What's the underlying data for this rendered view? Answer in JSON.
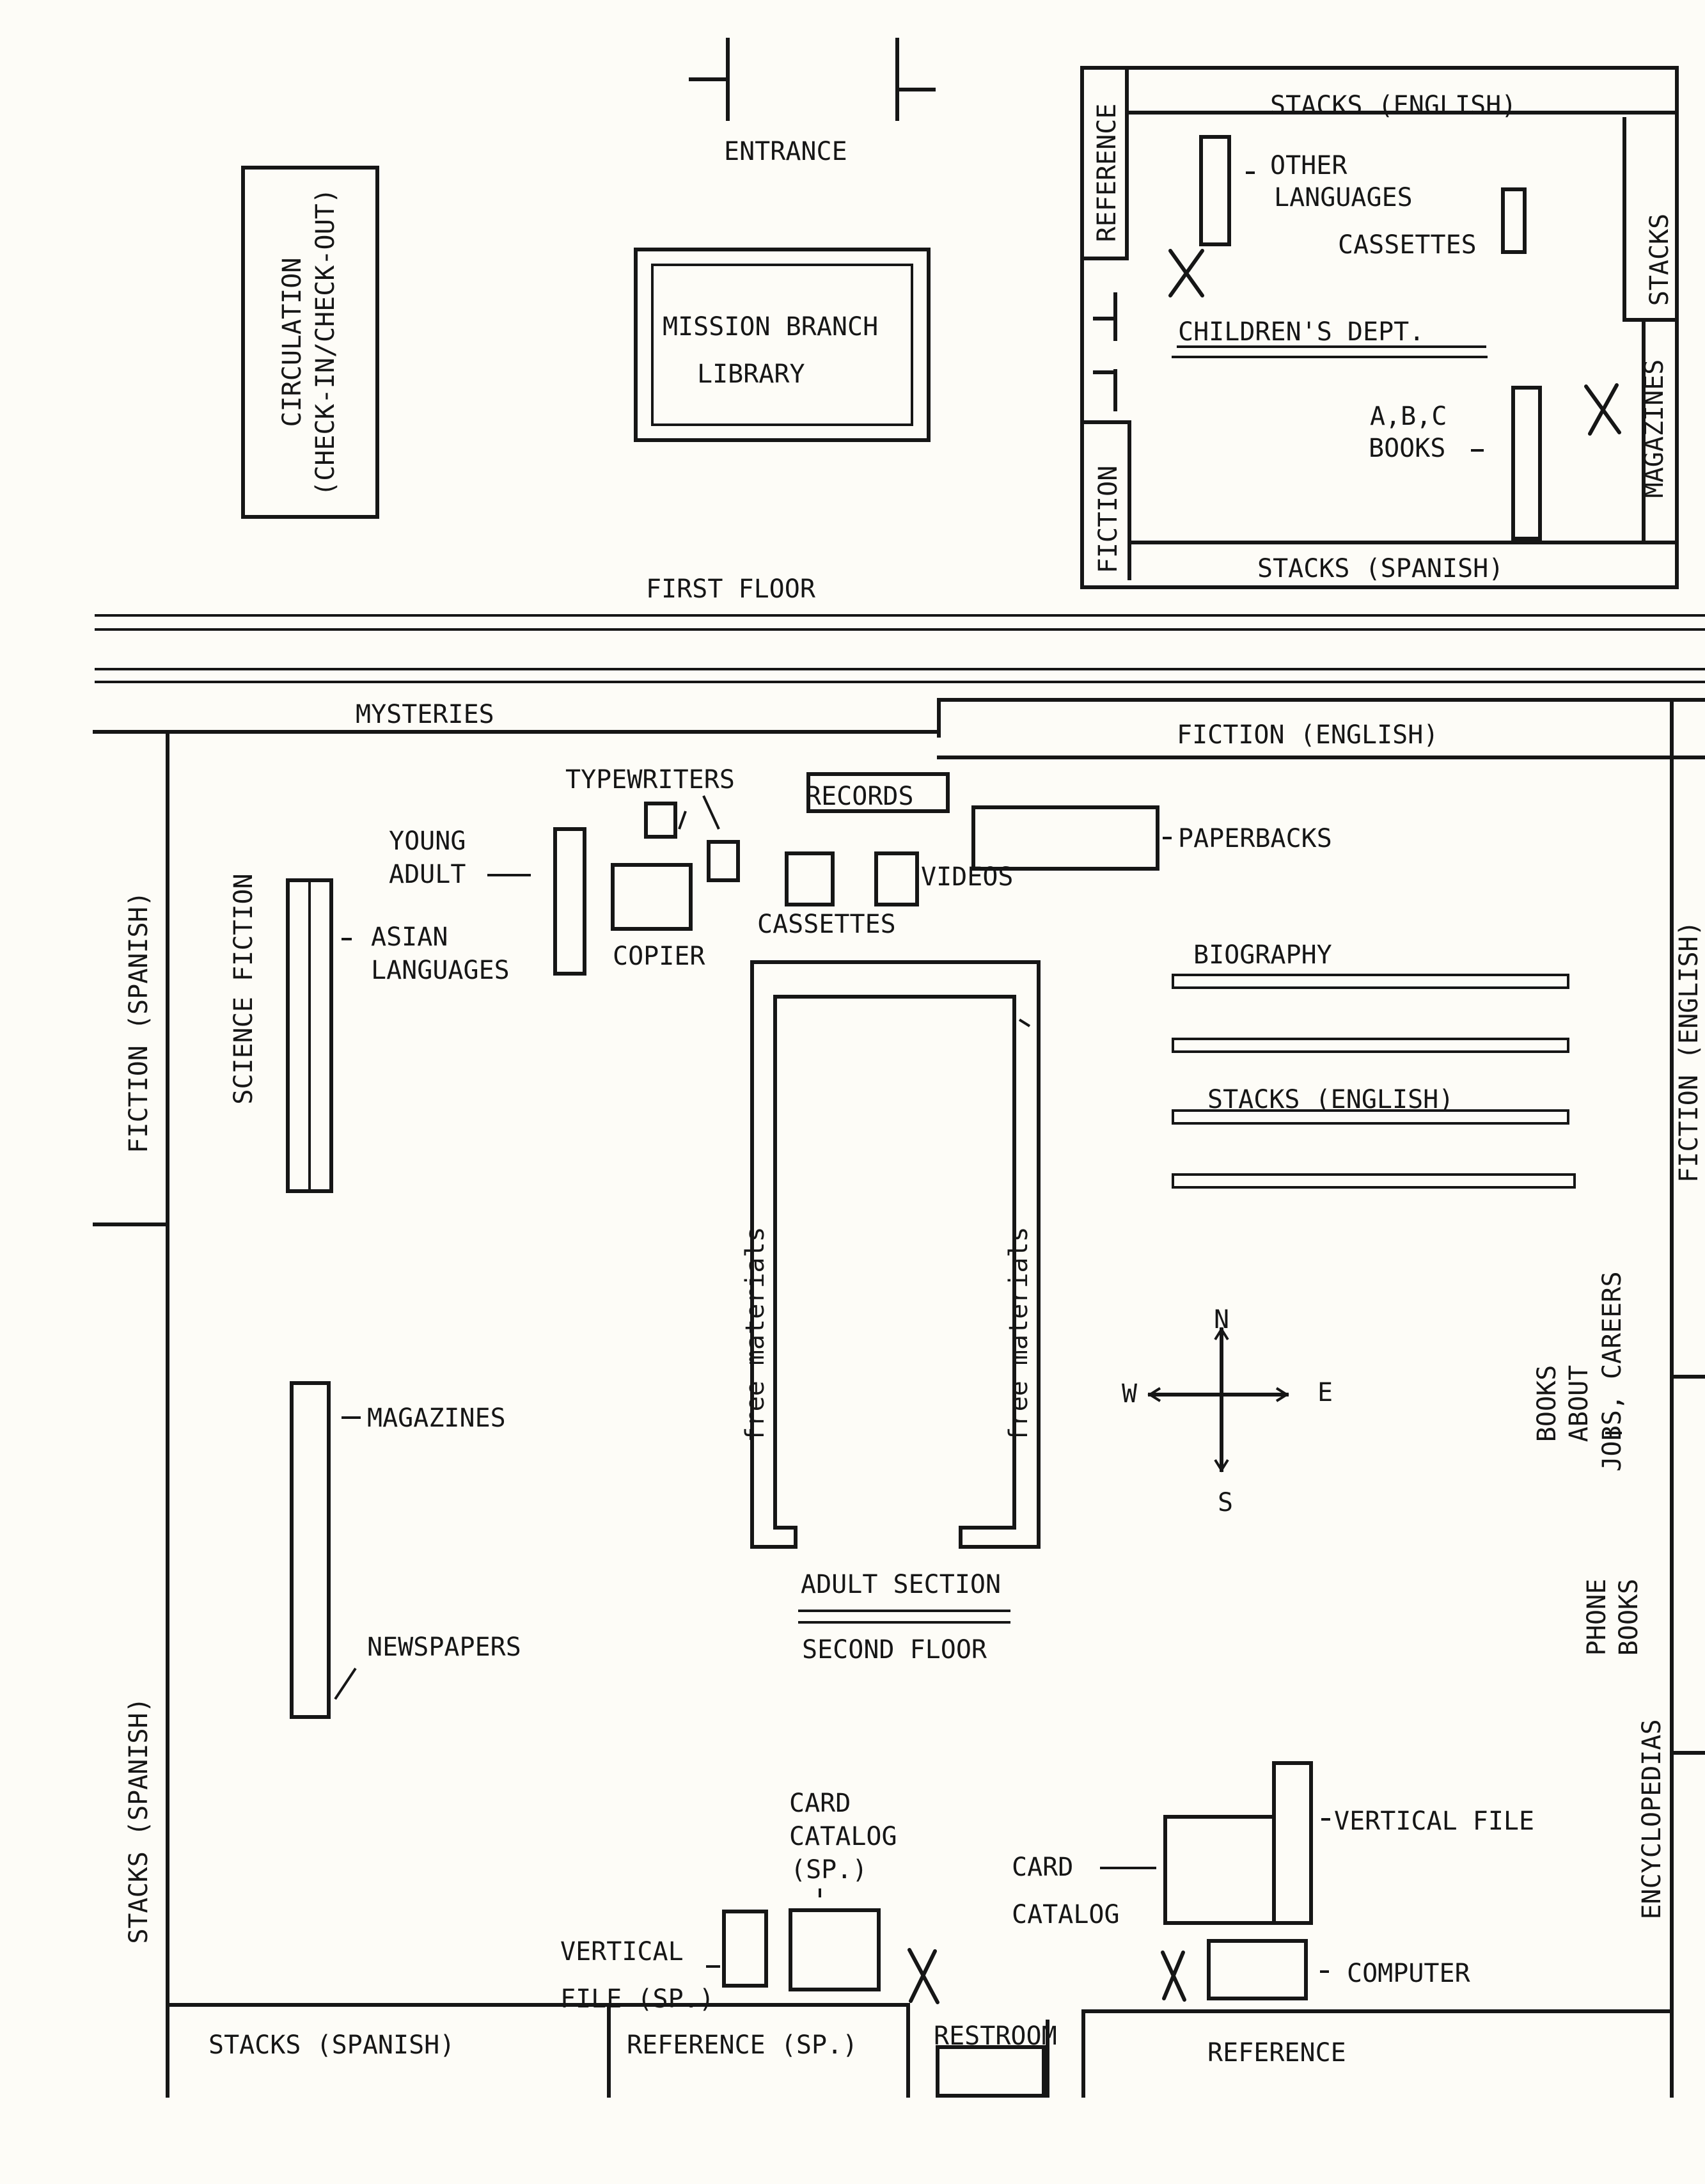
{
  "first_floor": {
    "entrance": "ENTRANCE",
    "circulation": {
      "line1": "CIRCULATION",
      "line2": "(CHECK-IN/CHECK-OUT)"
    },
    "library_name": {
      "line1": "MISSION BRANCH",
      "line2": "LIBRARY"
    },
    "floor_label": "FIRST FLOOR",
    "childrens_dept": {
      "title": "CHILDREN'S    DEPT.",
      "stacks_english": "STACKS (ENGLISH)",
      "stacks_spanish": "STACKS (SPANISH)",
      "stacks": "STACKS",
      "reference": "REFERENCE",
      "fiction": "FICTION",
      "magazines": "MAGAZINES",
      "other_languages": {
        "line1": "OTHER",
        "line2": "LANGUAGES"
      },
      "cassettes": "CASSETTES",
      "abc_books": {
        "line1": "A,B,C",
        "line2": "BOOKS"
      }
    }
  },
  "second_floor": {
    "mysteries": "MYSTERIES",
    "fiction_english_top": "FICTION (ENGLISH)",
    "fiction_english_right": "FICTION (ENGLISH)",
    "fiction_spanish": "FICTION (SPANISH)",
    "science_fiction": "SCIENCE FICTION",
    "stacks_spanish_left": "STACKS (SPANISH)",
    "typewriters": "TYPEWRITERS",
    "records": "RECORDS",
    "paperbacks": "PAPERBACKS",
    "young_adult": {
      "line1": "YOUNG",
      "line2": "ADULT"
    },
    "videos": "VIDEOS",
    "cassettes": "CASSETTES",
    "copier": "COPIER",
    "asian_languages": {
      "line1": "ASIAN",
      "line2": "LANGUAGES"
    },
    "biography": "BIOGRAPHY",
    "stacks_english": "STACKS (ENGLISH)",
    "free_materials": "free materials",
    "compass": {
      "n": "N",
      "s": "S",
      "e": "E",
      "w": "W"
    },
    "books_about_jobs": {
      "line1": "BOOKS",
      "line2": "ABOUT",
      "line3": "JOBS, CAREERS"
    },
    "phone_books": {
      "line1": "PHONE",
      "line2": "BOOKS"
    },
    "encyclopedias": "ENCYCLOPEDIAS",
    "magazines": "MAGAZINES",
    "newspapers": "NEWSPAPERS",
    "adult_section": "ADULT SECTION",
    "floor_label": "SECOND FLOOR",
    "card_catalog_sp": {
      "line1": "CARD",
      "line2": "CATALOG",
      "line3": "(SP.)"
    },
    "card_catalog": {
      "line1": "CARD",
      "line2": "CATALOG"
    },
    "vertical_file": "VERTICAL FILE",
    "vertical_file_sp": {
      "line1": "VERTICAL",
      "line2": "FILE (SP.)"
    },
    "computer": "COMPUTER",
    "stacks_spanish_bottom": "STACKS (SPANISH)",
    "reference_sp": "REFERENCE (SP.)",
    "restroom": "RESTROOM",
    "reference": "REFERENCE"
  }
}
